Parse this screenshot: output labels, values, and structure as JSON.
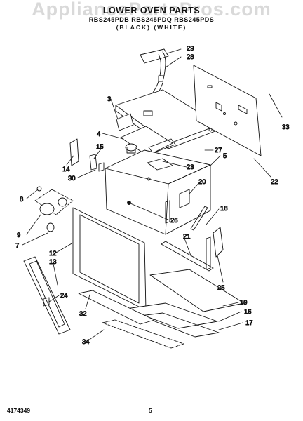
{
  "watermark": "AppliancePartsPros.com",
  "title": "LOWER OVEN PARTS",
  "models": "RBS245PDB RBS245PDQ RBS245PDS",
  "colors": "(BLACK)     (WHITE)",
  "footer": {
    "doc_number": "4174349",
    "page": "5"
  },
  "callouts": [
    {
      "label": "29"
    },
    {
      "label": "28"
    },
    {
      "label": "3"
    },
    {
      "label": "33"
    },
    {
      "label": "4"
    },
    {
      "label": "15"
    },
    {
      "label": "14"
    },
    {
      "label": "27"
    },
    {
      "label": "5"
    },
    {
      "label": "22"
    },
    {
      "label": "23"
    },
    {
      "label": "30"
    },
    {
      "label": "20"
    },
    {
      "label": "8"
    },
    {
      "label": "26"
    },
    {
      "label": "18"
    },
    {
      "label": "9"
    },
    {
      "label": "21"
    },
    {
      "label": "12"
    },
    {
      "label": "7"
    },
    {
      "label": "13"
    },
    {
      "label": "25"
    },
    {
      "label": "24"
    },
    {
      "label": "19"
    },
    {
      "label": "16"
    },
    {
      "label": "17"
    },
    {
      "label": "32"
    },
    {
      "label": "34"
    }
  ]
}
